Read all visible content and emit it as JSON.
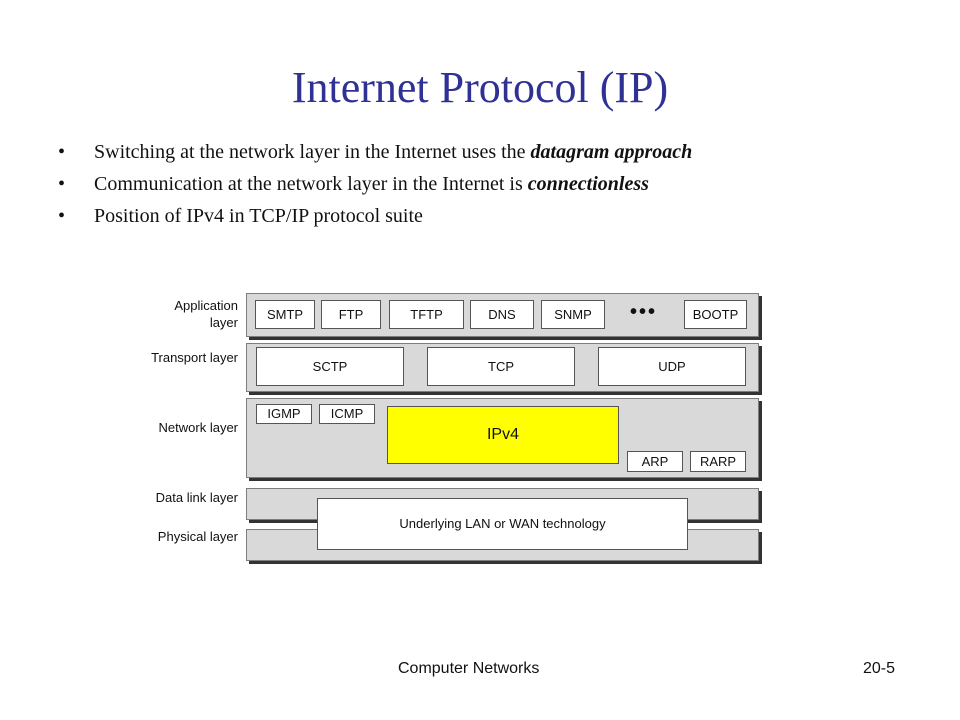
{
  "slide": {
    "title": "Internet Protocol (IP)",
    "bullet_symbol": "•",
    "bullets": [
      {
        "text": "Switching at the network layer in the Internet uses the ",
        "emphasis": "datagram approach"
      },
      {
        "text": "Communication at the network layer in the Internet is ",
        "emphasis": "connectionless"
      },
      {
        "text": "Position of IPv4 in TCP/IP protocol suite",
        "emphasis": ""
      }
    ]
  },
  "diagram": {
    "layers": {
      "application": "Application layer",
      "transport": "Transport layer",
      "network": "Network layer",
      "datalink": "Data link layer",
      "physical": "Physical layer"
    },
    "application_protocols": [
      "SMTP",
      "FTP",
      "TFTP",
      "DNS",
      "SNMP",
      "BOOTP"
    ],
    "ellipsis": "•••",
    "transport_protocols": [
      "SCTP",
      "TCP",
      "UDP"
    ],
    "network_protocols": {
      "igmp": "IGMP",
      "icmp": "ICMP",
      "ipv4": "IPv4",
      "arp": "ARP",
      "rarp": "RARP"
    },
    "underlying": "Underlying LAN or WAN technology",
    "colors": {
      "ipv4_fill": "#ffff00",
      "band_fill": "#d9d9d9",
      "title": "#2f3194"
    }
  },
  "footer": {
    "course": "Computer Networks",
    "page": "20-5"
  }
}
